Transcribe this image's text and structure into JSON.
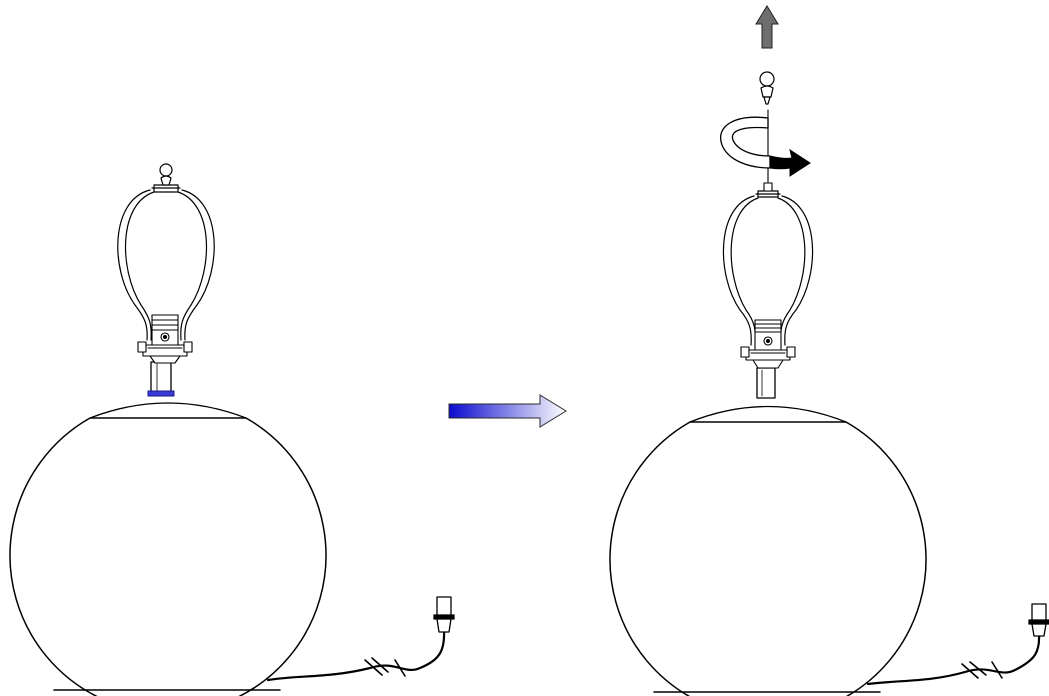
{
  "diagram": {
    "steps": [
      {
        "state": "assembled",
        "parts": [
          "finial",
          "harp",
          "socket",
          "neck",
          "ring-washer",
          "ball-base",
          "power-cord",
          "plug"
        ]
      },
      {
        "state": "finial-unscrewed",
        "parts": [
          "finial",
          "threaded-rod",
          "harp",
          "socket",
          "neck",
          "ball-base",
          "power-cord",
          "plug"
        ]
      }
    ],
    "transition_arrow": {
      "direction": "right",
      "gradient": [
        "#0a0acf",
        "#ffffff"
      ]
    },
    "lift_arrow": {
      "direction": "up",
      "color": "#6e6e6e"
    },
    "rotate_arrow": {
      "direction": "clockwise",
      "color": "#000000"
    },
    "colors": {
      "line": "#000000",
      "washer": "#3a3ad6"
    }
  }
}
